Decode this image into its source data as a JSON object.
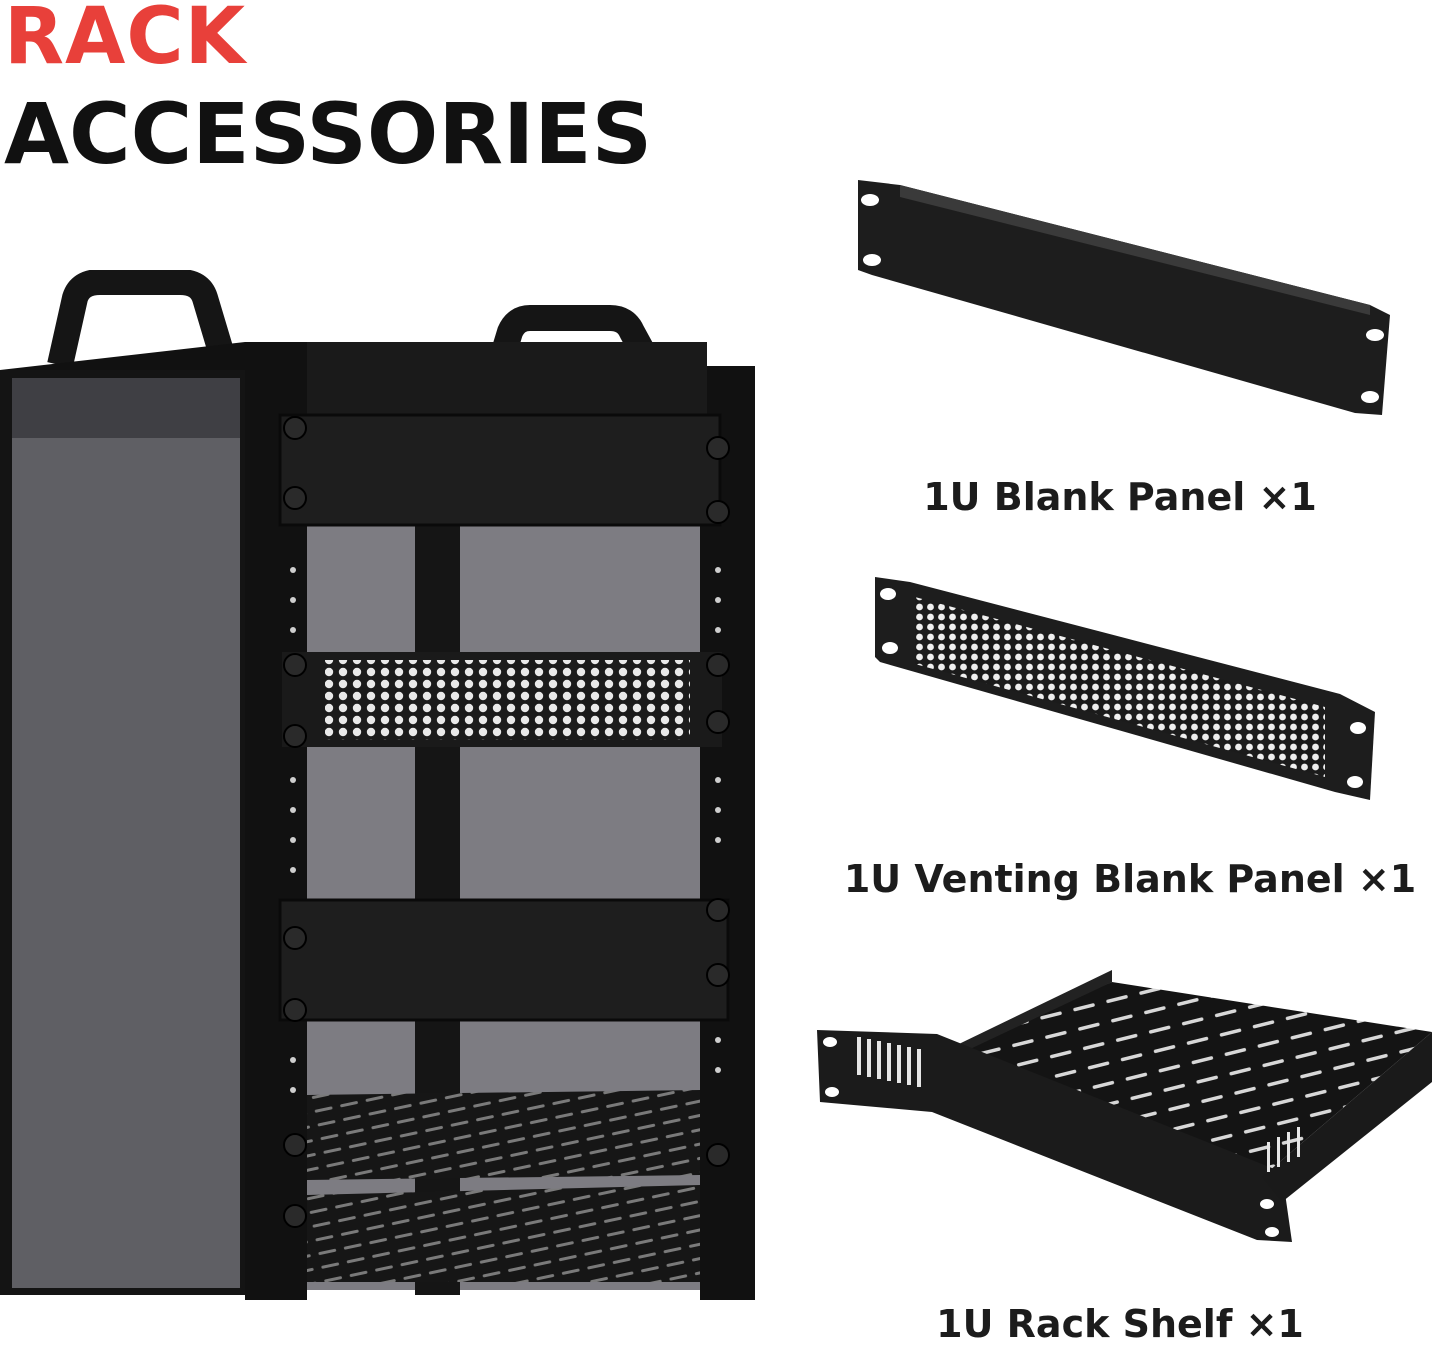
{
  "heading": {
    "line1": "RACK",
    "line2": "ACCESSORIES"
  },
  "accessories": [
    {
      "label": "1U Blank Panel ×1",
      "icon": "blank-panel"
    },
    {
      "label": "1U Venting Blank Panel ×1",
      "icon": "venting-panel"
    },
    {
      "label": "1U Rack Shelf ×1",
      "icon": "rack-shelf"
    }
  ],
  "colors": {
    "accent": "#e8403a",
    "text": "#111111",
    "metal": "#1a1a1a",
    "glass": "#6b6b70"
  }
}
